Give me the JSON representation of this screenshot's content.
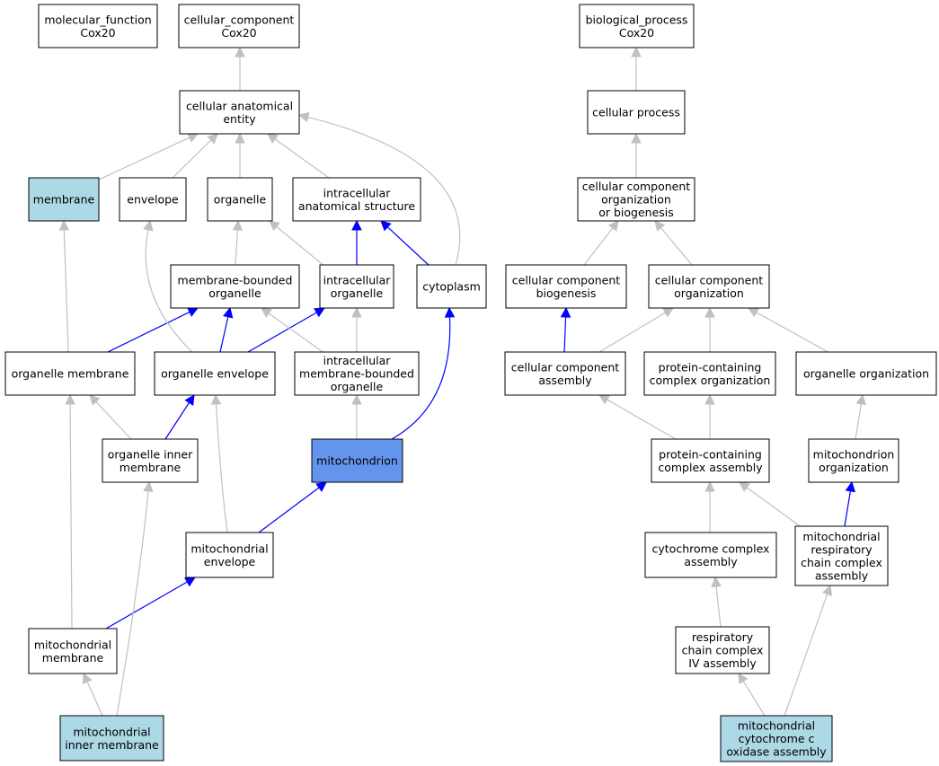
{
  "colors": {
    "default_fill": "#ffffff",
    "highlight_fill": "#add8e6",
    "focus_fill": "#6495ed",
    "edge_is_a": "#c0c0c0",
    "edge_part_of": "#0000ff"
  },
  "nodes": [
    {
      "id": "molecular_function",
      "lines": [
        "molecular_function",
        "Cox20"
      ],
      "fill": "default"
    },
    {
      "id": "cellular_component",
      "lines": [
        "cellular_component",
        "Cox20"
      ],
      "fill": "default"
    },
    {
      "id": "biological_process",
      "lines": [
        "biological_process",
        "Cox20"
      ],
      "fill": "default"
    },
    {
      "id": "cellular_anatomical_entity",
      "lines": [
        "cellular anatomical",
        "entity"
      ],
      "fill": "default"
    },
    {
      "id": "cellular_process",
      "lines": [
        "cellular process"
      ],
      "fill": "default"
    },
    {
      "id": "membrane",
      "lines": [
        "membrane"
      ],
      "fill": "highlight"
    },
    {
      "id": "envelope",
      "lines": [
        "envelope"
      ],
      "fill": "default"
    },
    {
      "id": "organelle",
      "lines": [
        "organelle"
      ],
      "fill": "default"
    },
    {
      "id": "intracellular_anatomical_structure",
      "lines": [
        "intracellular",
        "anatomical structure"
      ],
      "fill": "default"
    },
    {
      "id": "ccob",
      "lines": [
        "cellular component",
        "organization",
        "or biogenesis"
      ],
      "fill": "default"
    },
    {
      "id": "membrane_bounded_organelle",
      "lines": [
        "membrane-bounded",
        "organelle"
      ],
      "fill": "default"
    },
    {
      "id": "intracellular_organelle",
      "lines": [
        "intracellular",
        "organelle"
      ],
      "fill": "default"
    },
    {
      "id": "cytoplasm",
      "lines": [
        "cytoplasm"
      ],
      "fill": "default"
    },
    {
      "id": "cc_biogenesis",
      "lines": [
        "cellular component",
        "biogenesis"
      ],
      "fill": "default"
    },
    {
      "id": "cc_organization",
      "lines": [
        "cellular component",
        "organization"
      ],
      "fill": "default"
    },
    {
      "id": "organelle_membrane",
      "lines": [
        "organelle membrane"
      ],
      "fill": "default"
    },
    {
      "id": "organelle_envelope",
      "lines": [
        "organelle envelope"
      ],
      "fill": "default"
    },
    {
      "id": "imbo",
      "lines": [
        "intracellular",
        "membrane-bounded",
        "organelle"
      ],
      "fill": "default"
    },
    {
      "id": "cc_assembly",
      "lines": [
        "cellular component",
        "assembly"
      ],
      "fill": "default"
    },
    {
      "id": "pc_organization",
      "lines": [
        "protein-containing",
        "complex organization"
      ],
      "fill": "default"
    },
    {
      "id": "organelle_organization",
      "lines": [
        "organelle organization"
      ],
      "fill": "default"
    },
    {
      "id": "organelle_inner_membrane",
      "lines": [
        "organelle inner",
        "membrane"
      ],
      "fill": "default"
    },
    {
      "id": "mitochondrion",
      "lines": [
        "mitochondrion"
      ],
      "fill": "focus"
    },
    {
      "id": "pc_assembly",
      "lines": [
        "protein-containing",
        "complex assembly"
      ],
      "fill": "default"
    },
    {
      "id": "mito_organization",
      "lines": [
        "mitochondrion",
        "organization"
      ],
      "fill": "default"
    },
    {
      "id": "mito_envelope",
      "lines": [
        "mitochondrial",
        "envelope"
      ],
      "fill": "default"
    },
    {
      "id": "cyto_complex_assembly",
      "lines": [
        "cytochrome complex",
        "assembly"
      ],
      "fill": "default"
    },
    {
      "id": "mrcca",
      "lines": [
        "mitochondrial",
        "respiratory",
        "chain complex",
        "assembly"
      ],
      "fill": "default"
    },
    {
      "id": "mito_membrane",
      "lines": [
        "mitochondrial",
        "membrane"
      ],
      "fill": "default"
    },
    {
      "id": "rcc4_assembly",
      "lines": [
        "respiratory",
        "chain complex",
        "IV assembly"
      ],
      "fill": "default"
    },
    {
      "id": "mito_inner_membrane",
      "lines": [
        "mitochondrial",
        "inner membrane"
      ],
      "fill": "highlight"
    },
    {
      "id": "mcoa",
      "lines": [
        "mitochondrial",
        "cytochrome c",
        "oxidase assembly"
      ],
      "fill": "highlight"
    }
  ],
  "edges": [
    {
      "from": "cellular_anatomical_entity",
      "to": "cellular_component",
      "type": "is_a"
    },
    {
      "from": "membrane",
      "to": "cellular_anatomical_entity",
      "type": "is_a"
    },
    {
      "from": "envelope",
      "to": "cellular_anatomical_entity",
      "type": "is_a"
    },
    {
      "from": "organelle",
      "to": "cellular_anatomical_entity",
      "type": "is_a"
    },
    {
      "from": "intracellular_anatomical_structure",
      "to": "cellular_anatomical_entity",
      "type": "is_a"
    },
    {
      "from": "cytoplasm",
      "to": "cellular_anatomical_entity",
      "type": "is_a"
    },
    {
      "from": "membrane_bounded_organelle",
      "to": "organelle",
      "type": "is_a"
    },
    {
      "from": "intracellular_organelle",
      "to": "organelle",
      "type": "is_a"
    },
    {
      "from": "intracellular_organelle",
      "to": "intracellular_anatomical_structure",
      "type": "part_of"
    },
    {
      "from": "cytoplasm",
      "to": "intracellular_anatomical_structure",
      "type": "part_of"
    },
    {
      "from": "organelle_membrane",
      "to": "membrane",
      "type": "is_a"
    },
    {
      "from": "organelle_membrane",
      "to": "membrane_bounded_organelle",
      "type": "part_of"
    },
    {
      "from": "organelle_envelope",
      "to": "envelope",
      "type": "is_a"
    },
    {
      "from": "organelle_envelope",
      "to": "membrane_bounded_organelle",
      "type": "part_of"
    },
    {
      "from": "organelle_envelope",
      "to": "intracellular_organelle",
      "type": "part_of"
    },
    {
      "from": "imbo",
      "to": "membrane_bounded_organelle",
      "type": "is_a"
    },
    {
      "from": "imbo",
      "to": "intracellular_organelle",
      "type": "is_a"
    },
    {
      "from": "organelle_inner_membrane",
      "to": "organelle_membrane",
      "type": "is_a"
    },
    {
      "from": "organelle_inner_membrane",
      "to": "organelle_envelope",
      "type": "part_of"
    },
    {
      "from": "mitochondrion",
      "to": "imbo",
      "type": "is_a"
    },
    {
      "from": "mitochondrion",
      "to": "cytoplasm",
      "type": "part_of"
    },
    {
      "from": "mito_envelope",
      "to": "organelle_envelope",
      "type": "is_a"
    },
    {
      "from": "mito_envelope",
      "to": "mitochondrion",
      "type": "part_of"
    },
    {
      "from": "mito_membrane",
      "to": "organelle_membrane",
      "type": "is_a"
    },
    {
      "from": "mito_membrane",
      "to": "mito_envelope",
      "type": "part_of"
    },
    {
      "from": "mito_inner_membrane",
      "to": "mito_membrane",
      "type": "is_a"
    },
    {
      "from": "mito_inner_membrane",
      "to": "organelle_inner_membrane",
      "type": "is_a"
    },
    {
      "from": "cellular_process",
      "to": "biological_process",
      "type": "is_a"
    },
    {
      "from": "ccob",
      "to": "cellular_process",
      "type": "is_a"
    },
    {
      "from": "cc_biogenesis",
      "to": "ccob",
      "type": "is_a"
    },
    {
      "from": "cc_organization",
      "to": "ccob",
      "type": "is_a"
    },
    {
      "from": "cc_assembly",
      "to": "cc_biogenesis",
      "type": "part_of"
    },
    {
      "from": "cc_assembly",
      "to": "cc_organization",
      "type": "is_a"
    },
    {
      "from": "pc_organization",
      "to": "cc_organization",
      "type": "is_a"
    },
    {
      "from": "organelle_organization",
      "to": "cc_organization",
      "type": "is_a"
    },
    {
      "from": "pc_assembly",
      "to": "cc_assembly",
      "type": "is_a"
    },
    {
      "from": "pc_assembly",
      "to": "pc_organization",
      "type": "is_a"
    },
    {
      "from": "mito_organization",
      "to": "organelle_organization",
      "type": "is_a"
    },
    {
      "from": "cyto_complex_assembly",
      "to": "pc_assembly",
      "type": "is_a"
    },
    {
      "from": "mrcca",
      "to": "pc_assembly",
      "type": "is_a"
    },
    {
      "from": "mrcca",
      "to": "mito_organization",
      "type": "part_of"
    },
    {
      "from": "rcc4_assembly",
      "to": "cyto_complex_assembly",
      "type": "is_a"
    },
    {
      "from": "mcoa",
      "to": "rcc4_assembly",
      "type": "is_a"
    },
    {
      "from": "mcoa",
      "to": "mrcca",
      "type": "is_a"
    }
  ]
}
